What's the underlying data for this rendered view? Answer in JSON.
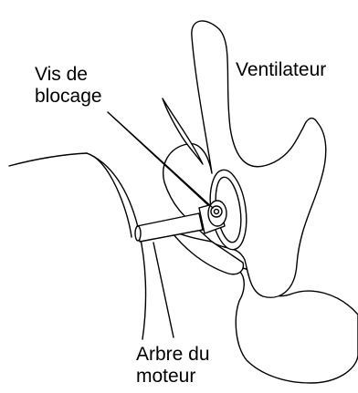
{
  "labels": {
    "set_screw": {
      "line1": "Vis de",
      "line2": "blocage"
    },
    "fan": "Ventilateur",
    "motor_shaft": {
      "line1": "Arbre du",
      "line2": "moteur"
    }
  },
  "colors": {
    "stroke": "#000000",
    "fill": "#ffffff",
    "text": "#000000"
  }
}
